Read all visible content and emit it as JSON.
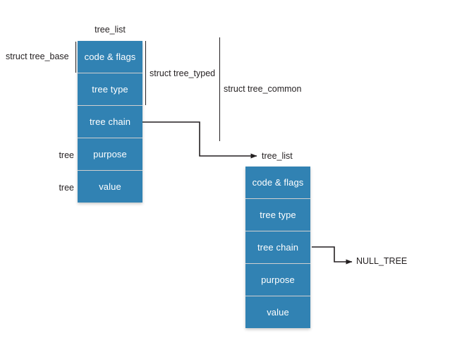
{
  "diagram": {
    "title_left": "tree_list",
    "title_right": "tree_list",
    "terminator": "NULL_TREE",
    "colors": {
      "field_fill": "#3182b3",
      "field_text": "#ffffff",
      "line": "#231f20",
      "background": "#ffffff"
    },
    "brackets": [
      {
        "label": "struct tree_base",
        "spans": [
          "code & flags"
        ]
      },
      {
        "label": "struct tree_typed",
        "spans": [
          "code & flags",
          "tree type"
        ]
      },
      {
        "label": "struct tree_common",
        "spans": [
          "code & flags",
          "tree type",
          "tree chain"
        ]
      }
    ],
    "left_node": {
      "name": "tree_list",
      "fields": [
        {
          "label": "code & flags",
          "side_label": ""
        },
        {
          "label": "tree type",
          "side_label": ""
        },
        {
          "label": "tree chain",
          "side_label": ""
        },
        {
          "label": "purpose",
          "side_label": "tree"
        },
        {
          "label": "value",
          "side_label": "tree"
        }
      ]
    },
    "right_node": {
      "name": "tree_list",
      "fields": [
        {
          "label": "code & flags"
        },
        {
          "label": "tree type"
        },
        {
          "label": "tree chain"
        },
        {
          "label": "purpose"
        },
        {
          "label": "value"
        }
      ]
    },
    "connectors": [
      {
        "from": "left tree chain",
        "to": "tree_list (right node)"
      },
      {
        "from": "right tree chain",
        "to": "NULL_TREE"
      }
    ]
  }
}
